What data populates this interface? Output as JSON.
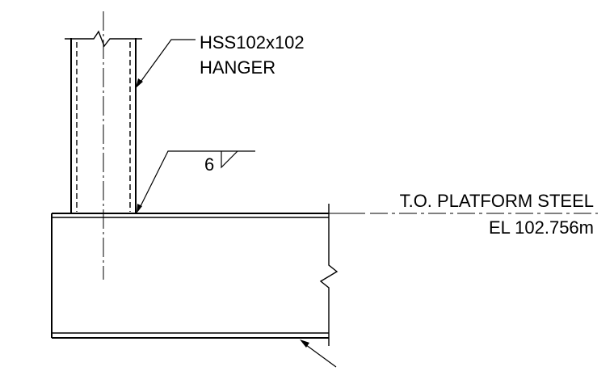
{
  "drawing": {
    "hanger_label_line1": "HSS102x102",
    "hanger_label_line2": "HANGER",
    "weld_size": "6",
    "elevation_label_line1": "T.O. PLATFORM STEEL",
    "elevation_label_line2": "EL 102.756m"
  },
  "colors": {
    "line": "#000000",
    "background": "#ffffff"
  }
}
